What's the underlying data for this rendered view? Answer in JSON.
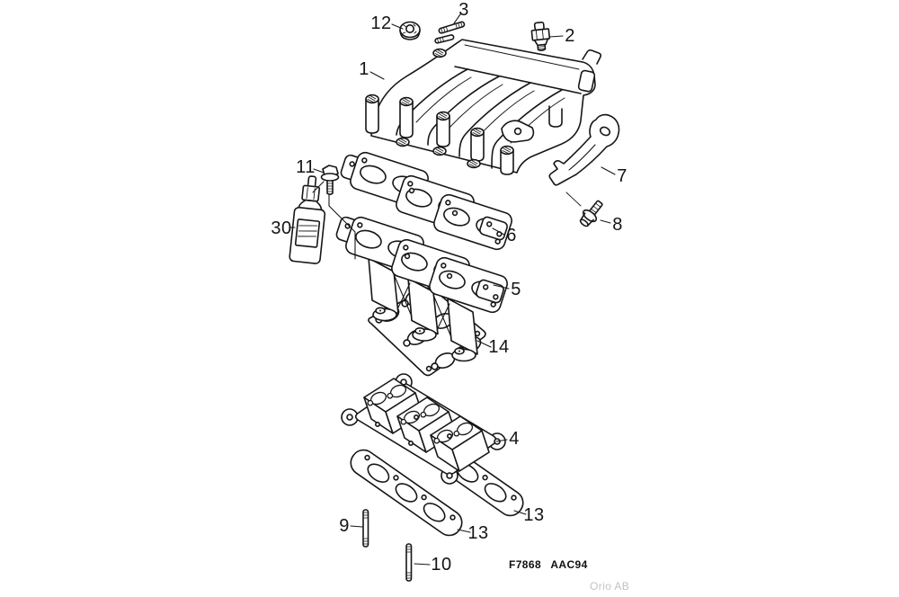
{
  "diagram": {
    "drawing_code": "F7868 AAC94",
    "watermark": "Orio AB"
  },
  "callouts": [
    {
      "id": "1",
      "label": "1",
      "part": "upper-intake-manifold"
    },
    {
      "id": "2",
      "label": "2",
      "part": "plug"
    },
    {
      "id": "3",
      "label": "3",
      "part": "stud-pair"
    },
    {
      "id": "12",
      "label": "12",
      "part": "flange-nut"
    },
    {
      "id": "7",
      "label": "7",
      "part": "support-bracket"
    },
    {
      "id": "8",
      "label": "8",
      "part": "bracket-bolt"
    },
    {
      "id": "11",
      "label": "11",
      "part": "flange-bolt"
    },
    {
      "id": "30",
      "label": "30",
      "part": "locking-fluid-bottle"
    },
    {
      "id": "6",
      "label": "6",
      "part": "upper-gasket"
    },
    {
      "id": "5",
      "label": "5",
      "part": "intermediate-manifold-section"
    },
    {
      "id": "14",
      "label": "14",
      "part": "intermediate-gasket"
    },
    {
      "id": "4",
      "label": "4",
      "part": "lower-manifold-section"
    },
    {
      "id": "13a",
      "label": "13",
      "part": "lower-gasket-right"
    },
    {
      "id": "13b",
      "label": "13",
      "part": "lower-gasket-left"
    },
    {
      "id": "9",
      "label": "9",
      "part": "mounting-stud"
    },
    {
      "id": "10",
      "label": "10",
      "part": "mounting-stud"
    }
  ]
}
